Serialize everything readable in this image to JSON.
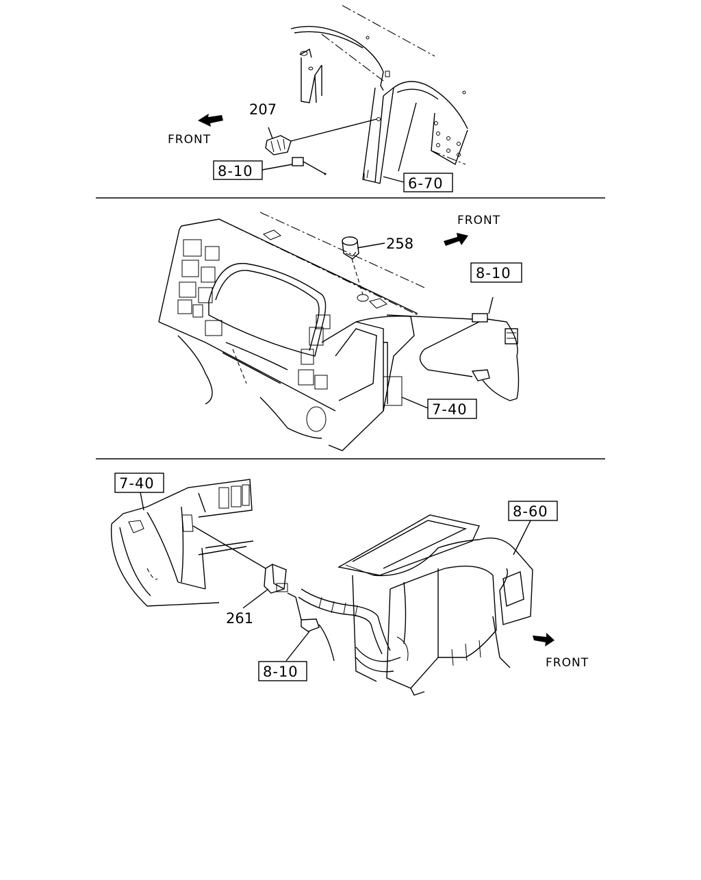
{
  "panels": [
    {
      "callouts": {
        "part_a": "207"
      },
      "refs": {
        "ref_a": "8-10",
        "ref_b": "6-70"
      },
      "front_label": "FRONT"
    },
    {
      "callouts": {
        "part_a": "258"
      },
      "refs": {
        "ref_a": "8-10",
        "ref_b": "7-40"
      },
      "front_label": "FRONT"
    },
    {
      "callouts": {
        "part_a": "261"
      },
      "refs": {
        "ref_a": "7-40",
        "ref_b": "8-60",
        "ref_c": "8-10"
      },
      "front_label": "FRONT"
    }
  ],
  "icons": [
    "front-arrow-icon"
  ]
}
